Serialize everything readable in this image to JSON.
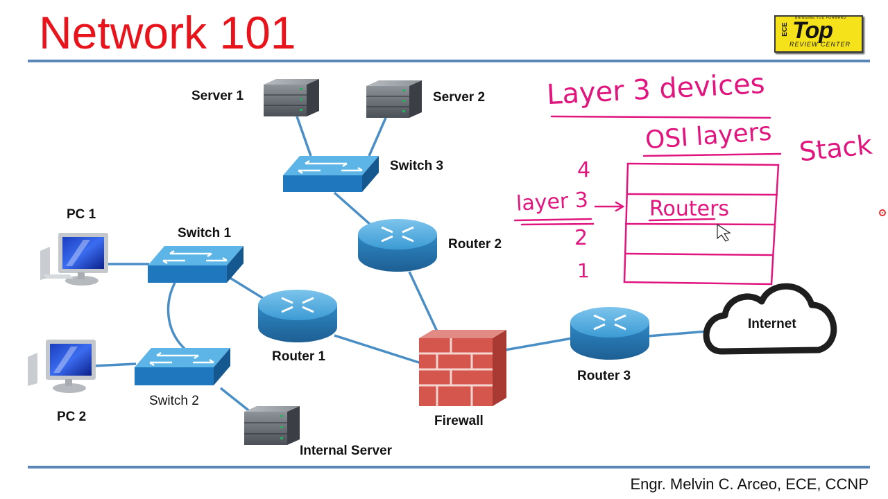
{
  "slide": {
    "title": "Network 101",
    "footer": "Engr. Melvin C. Arceo, ECE, CCNP"
  },
  "logo": {
    "text": "Top",
    "side_text": "ECE",
    "tagline": "BRINGING YOU FORWARD",
    "subtitle": "REVIEW CENTER"
  },
  "nodes": {
    "server1": "Server 1",
    "server2": "Server 2",
    "switch3": "Switch 3",
    "pc1": "PC 1",
    "switch1": "Switch 1",
    "router2": "Router 2",
    "router1": "Router 1",
    "switch2": "Switch 2",
    "pc2": "PC 2",
    "internal_server": "Internal Server",
    "firewall": "Firewall",
    "router3": "Router 3",
    "internet": "Internet"
  },
  "annotations": {
    "heading": "Layer 3 devices",
    "osi": "OSI layers",
    "stack": "Stack",
    "layer_label": "layer 3",
    "layer_numbers": [
      "4",
      "2",
      "1"
    ],
    "routers": "Routers"
  },
  "colors": {
    "title": "#e8141c",
    "rule": "#5b86b8",
    "ink": "#e0157e",
    "link": "#4a8ec6",
    "device_top": "#3d9bd6",
    "device_side": "#1f6aa8"
  }
}
